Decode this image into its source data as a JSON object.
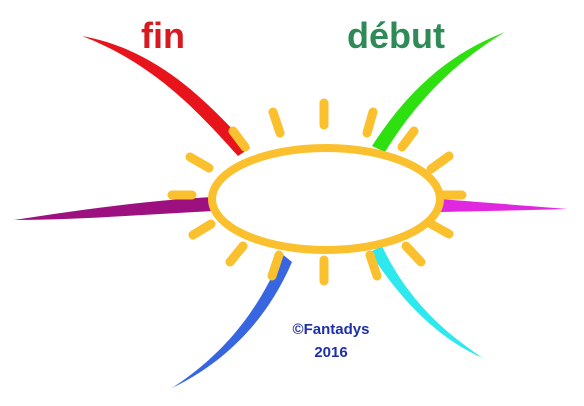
{
  "labels": {
    "fin": "fin",
    "debut": "début"
  },
  "credit": {
    "line1": "©Fantadys",
    "line2": "2016"
  },
  "colors": {
    "fin_label": "#d71920",
    "debut_label": "#2e8b57",
    "credit": "#1f2fa8",
    "sun": "#fbc02d",
    "center_fill": "#ffffff",
    "branch_red": "#e8141c",
    "branch_purple": "#9c1080",
    "branch_blue": "#3866e0",
    "branch_green": "#2ee00f",
    "branch_magenta": "#e028e0",
    "branch_cyan": "#2de8ec"
  },
  "icons": {
    "center": "sun-icon"
  }
}
